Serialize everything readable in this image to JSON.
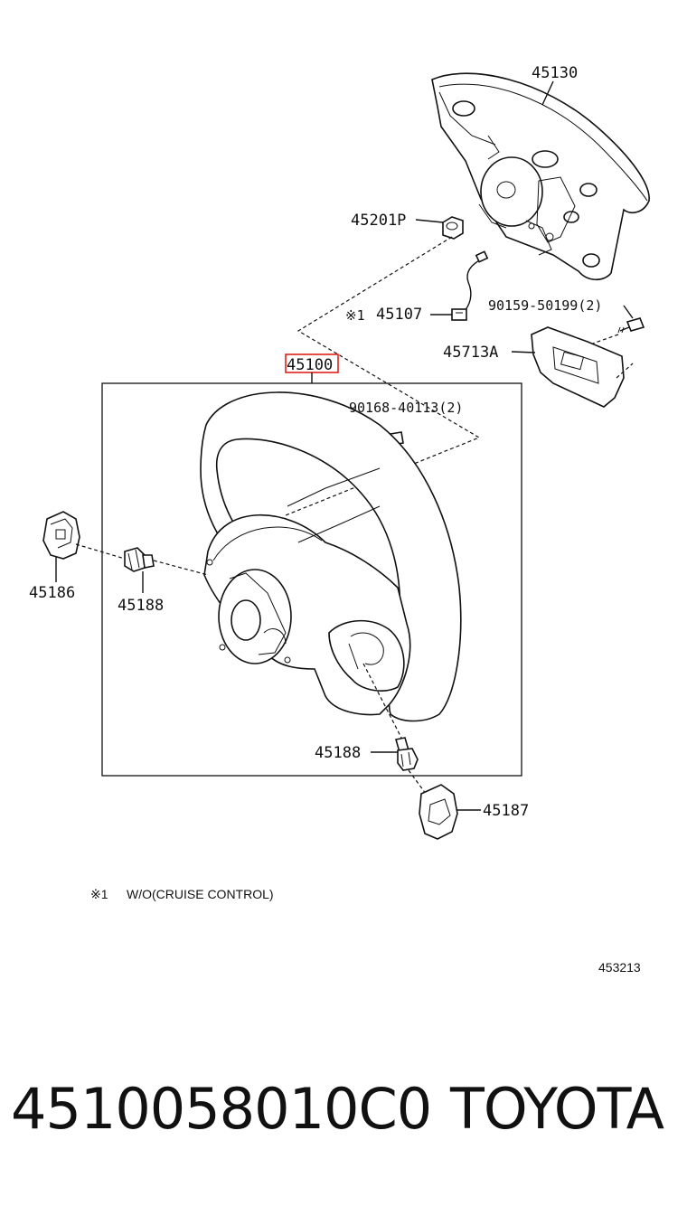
{
  "callouts": {
    "p45130": "45130",
    "p45201p": "45201P",
    "note_mark": "※1",
    "p45107": "45107",
    "p90159": "90159-50199(2)",
    "p45713a": "45713A",
    "p45100": "45100",
    "p90168": "90168-40113(2)",
    "p45186": "45186",
    "p45188_left": "45188",
    "p45188_bottom": "45188",
    "p45187": "45187"
  },
  "highlight": {
    "target": "45100",
    "color": "#e0201b"
  },
  "footnote": {
    "mark": "※1",
    "text": "W/O(CRUISE CONTROL)"
  },
  "figure_number": "453213",
  "footer": {
    "part_number": "4510058010C0",
    "brand": "TOYOTA"
  }
}
